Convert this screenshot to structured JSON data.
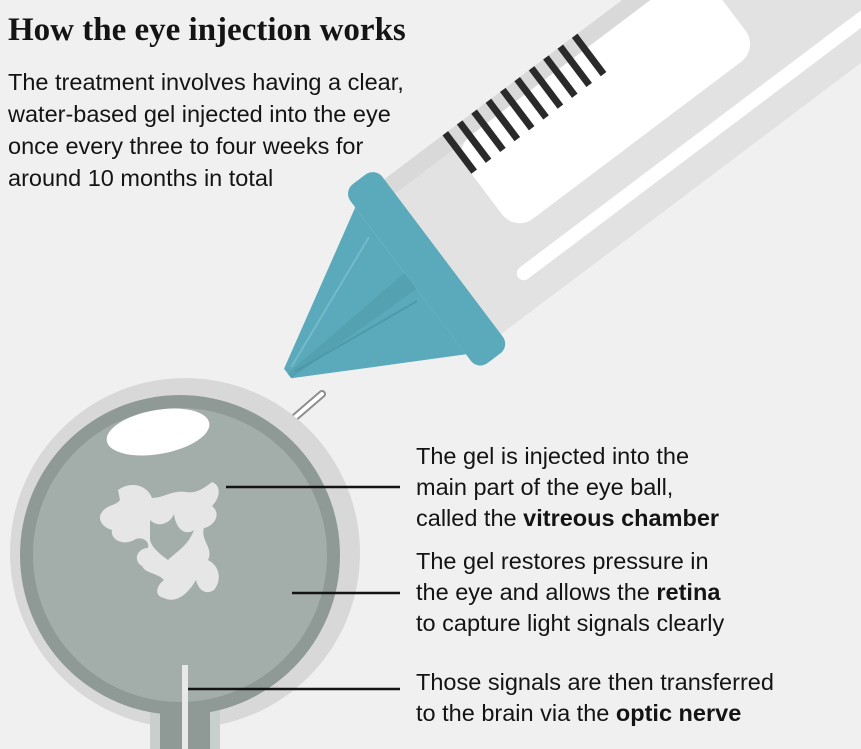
{
  "title": "How the eye injection works",
  "intro": {
    "lines": [
      "The treatment involves having a clear,",
      "water-based gel injected into the eye",
      "once every three to four weeks for",
      "around 10 months in total"
    ]
  },
  "callouts": [
    {
      "line1": "The gel is injected into the",
      "line2": "main part of the eye ball,",
      "line3_prefix": "called the ",
      "line3_bold": "vitreous chamber",
      "line3_suffix": ""
    },
    {
      "line1": "The gel restores pressure in",
      "line2_prefix": "the eye and allows the ",
      "line2_bold": "retina",
      "line3": "to capture light signals clearly"
    },
    {
      "line1": "Those signals are then transferred",
      "line2_prefix": "to the brain via the ",
      "line2_bold": "optic nerve"
    }
  ],
  "colors": {
    "background": "#f0f0f0",
    "syringe_body": "#e2e2e2",
    "syringe_barrel_inner": "#ffffff",
    "needle_hub": "#5aaabb",
    "needle_hub_dark": "#4b97a7",
    "graduation_marks": "#2a2a2a",
    "eye_outer": "#d8d8d8",
    "eye_wall": "#8f9a97",
    "eye_inner": "#a3aeab",
    "gel": "#e6e6e6",
    "pointer_lines": "#141414"
  },
  "icons": {
    "syringe": "syringe-icon",
    "eye": "eyeball-cross-section"
  }
}
